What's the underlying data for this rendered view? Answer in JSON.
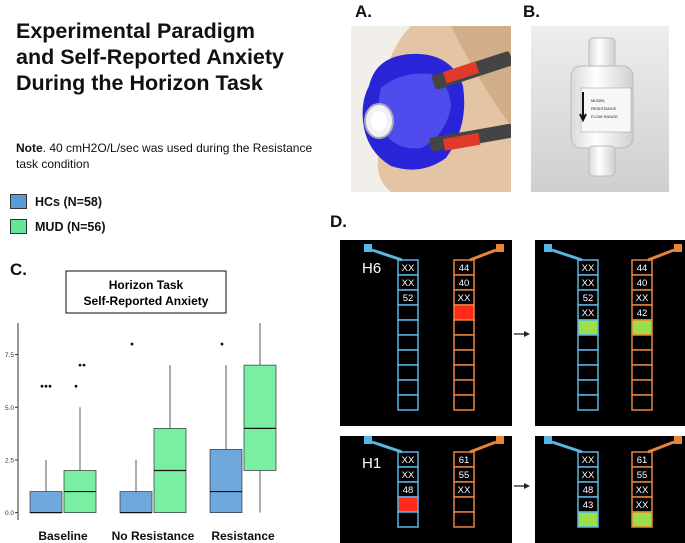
{
  "title": "Experimental Paradigm and Self-Reported Anxiety During the Horizon Task",
  "note": {
    "label": "Note",
    "text": ". 40 cmH2O/L/sec was used during the Resistance task condition"
  },
  "legend": [
    {
      "label": "HCs (N=58)",
      "color": "#5b9bd5"
    },
    {
      "label": "MUD (N=56)",
      "color": "#66e69a"
    }
  ],
  "panels": {
    "a": "A.",
    "b": "B.",
    "c": "C.",
    "d": "D."
  },
  "colors": {
    "hc": "#5b9bd5",
    "mud": "#66e69a",
    "hc_box": "#6fa8dc",
    "mud_box": "#7aefa4",
    "task_blue": "#5ab4e5",
    "task_orange": "#e8843a",
    "red": "#ff2a1a",
    "green": "#9be04a"
  },
  "chart_data": {
    "type": "box",
    "title": "Horizon Task Self-Reported Anxiety",
    "title_lines": [
      "Horizon Task",
      "Self-Reported Anxiety"
    ],
    "categories": [
      "Baseline",
      "No Resistance",
      "Resistance"
    ],
    "ylim": [
      0,
      9
    ],
    "yticks": [
      0.0,
      2.5,
      5.0,
      7.5
    ],
    "ytick_labels": [
      "0.0",
      "2.5",
      "5.0",
      "7.5"
    ],
    "grid": false,
    "series": [
      {
        "name": "HCs (N=58)",
        "boxes": [
          {
            "min": 0,
            "q1": 0,
            "median": 0,
            "q3": 1,
            "max": 2.5,
            "outliers": [
              6,
              6,
              6
            ]
          },
          {
            "min": 0,
            "q1": 0,
            "median": 0,
            "q3": 1,
            "max": 2.5,
            "outliers": [
              8
            ]
          },
          {
            "min": 0,
            "q1": 0,
            "median": 1,
            "q3": 3,
            "max": 7,
            "outliers": [
              8
            ]
          }
        ]
      },
      {
        "name": "MUD (N=56)",
        "boxes": [
          {
            "min": 0,
            "q1": 0,
            "median": 1,
            "q3": 2,
            "max": 5,
            "outliers": [
              6,
              7,
              7
            ]
          },
          {
            "min": 0,
            "q1": 0,
            "median": 2,
            "q3": 4,
            "max": 7
          },
          {
            "min": 0,
            "q1": 2,
            "median": 4,
            "q3": 7,
            "max": 9
          }
        ]
      }
    ]
  },
  "horizon": {
    "top": {
      "label": "H6",
      "left_before": {
        "blue": [
          "XX",
          "XX",
          "52"
        ],
        "orange": [
          "44",
          "40",
          "XX"
        ],
        "blue_fill": [],
        "orange_fill": [
          {
            "row": 3,
            "color": "red"
          }
        ]
      },
      "left_after": {
        "blue": [
          "XX",
          "XX",
          "52",
          "XX"
        ],
        "orange": [
          "44",
          "40",
          "XX",
          "42"
        ],
        "blue_fill": [
          {
            "row": 4,
            "color": "green"
          }
        ],
        "orange_fill": [
          {
            "row": 4,
            "color": "green"
          }
        ]
      }
    },
    "bottom": {
      "label": "H1",
      "left_before": {
        "blue": [
          "XX",
          "XX",
          "48"
        ],
        "orange": [
          "61",
          "55",
          "XX"
        ],
        "blue_fill": [
          {
            "row": 3,
            "color": "red"
          }
        ],
        "orange_fill": []
      },
      "left_after": {
        "blue": [
          "XX",
          "XX",
          "48",
          "43"
        ],
        "orange": [
          "61",
          "55",
          "XX",
          "XX"
        ],
        "blue_fill": [
          {
            "row": 4,
            "color": "green"
          }
        ],
        "orange_fill": [
          {
            "row": 4,
            "color": "green"
          }
        ]
      }
    }
  },
  "photo_b_label": [
    "MODEL",
    "RESISTANCE",
    "FLOW RANGE"
  ]
}
